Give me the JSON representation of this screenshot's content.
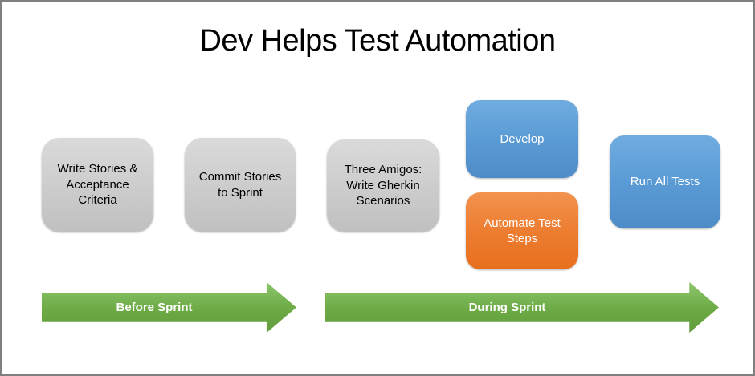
{
  "slide": {
    "title": "Dev Helps Test Automation"
  },
  "boxes": [
    {
      "name": "write-stories",
      "label": "Write Stories & Acceptance Criteria",
      "fill": "gray"
    },
    {
      "name": "commit-stories",
      "label": "Commit Stories to Sprint",
      "fill": "gray"
    },
    {
      "name": "three-amigos",
      "label": "Three Amigos: Write Gherkin Scenarios",
      "fill": "gray"
    },
    {
      "name": "develop",
      "label": "Develop",
      "fill": "blue"
    },
    {
      "name": "automate-test-steps",
      "label": "Automate Test Steps",
      "fill": "orange"
    },
    {
      "name": "run-all-tests",
      "label": "Run All Tests",
      "fill": "blue"
    }
  ],
  "arrows": [
    {
      "name": "before-sprint",
      "label": "Before Sprint"
    },
    {
      "name": "during-sprint",
      "label": "During Sprint"
    }
  ],
  "colors": {
    "gray_fill": "#CDCDCD",
    "blue_fill": "#5B9BD5",
    "orange_fill": "#ED7D31",
    "green_arrow": "#70AD47",
    "dark_text": "#000000",
    "light_text": "#FFFFFF",
    "slide_border": "#7F7F7F"
  }
}
